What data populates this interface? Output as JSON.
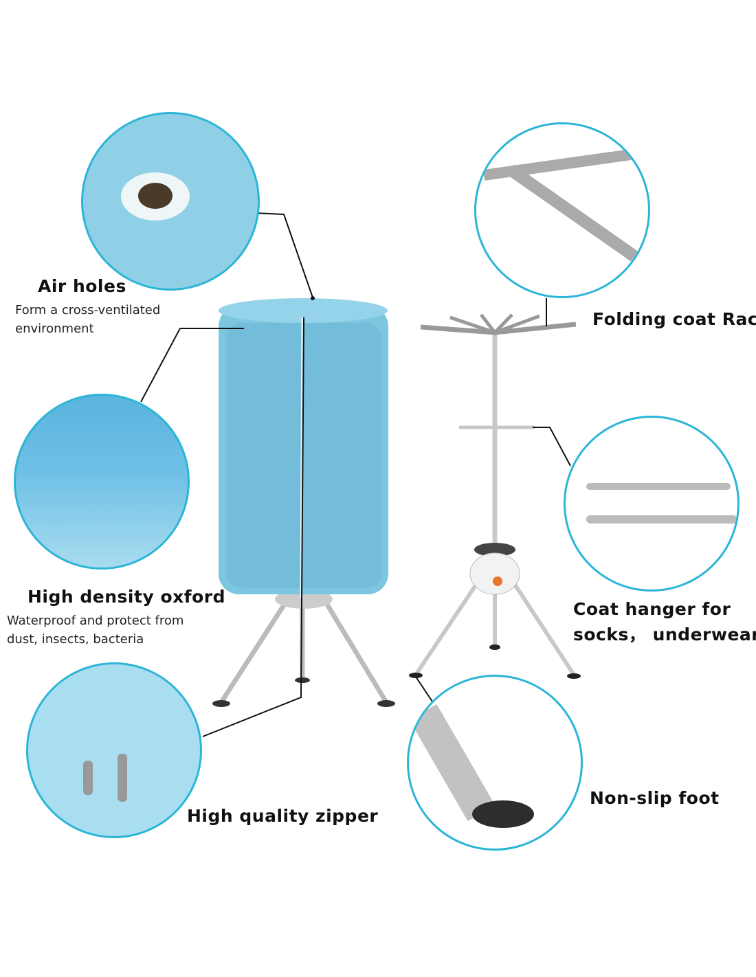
{
  "features": {
    "air_holes": {
      "title": "Air holes",
      "desc_line1": "Form a cross-ventilated",
      "desc_line2": "environment"
    },
    "folding_rack": {
      "title": "Folding coat Rack"
    },
    "oxford": {
      "title": "High density oxford",
      "desc_line1": "Waterproof and protect from",
      "desc_line2": "dust, insects, bacteria"
    },
    "coat_hanger": {
      "title_line1": "Coat hanger for",
      "title_line2": "socks， underwear"
    },
    "zipper": {
      "title": "High quality zipper"
    },
    "foot": {
      "title": "Non-slip foot"
    }
  },
  "colors": {
    "accent": "#2bb5d6",
    "fabric": "#7cc6e0",
    "metal": "#c8c8c8"
  }
}
